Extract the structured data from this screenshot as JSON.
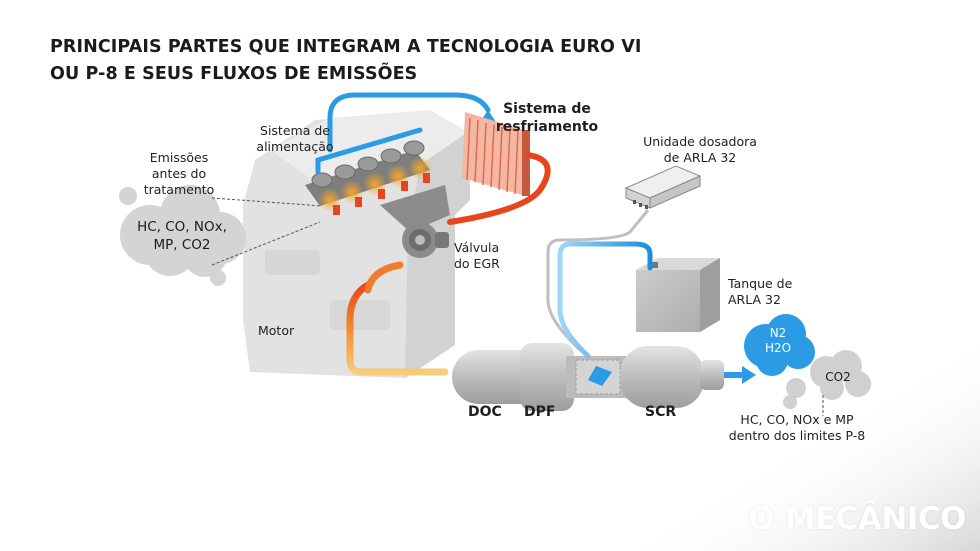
{
  "title": {
    "line1": "PRINCIPAIS PARTES QUE INTEGRAM A TECNOLOGIA EURO VI",
    "line2": "OU P-8 E SEUS FLUXOS DE EMISSÕES"
  },
  "labels": {
    "alimentacao": "Sistema de alimentação",
    "resfriamento": "Sistema de resfriamento",
    "emissoes_antes": "Emissões antes do tratamento",
    "unidade_dosadora": "Unidade dosadora de ARLA 32",
    "valvula_egr": "Válvula do EGR",
    "tanque": "Tanque de ARLA 32",
    "motor": "Motor",
    "doc": "DOC",
    "dpf": "DPF",
    "scr": "SCR",
    "dentro_limites": "HC, CO, NOx e MP dentro dos limites P-8"
  },
  "clouds": {
    "before_line1": "HC, CO, NOx,",
    "before_line2": "MP, CO2",
    "after_blue": "N2 H2O",
    "after_grey": "CO2"
  },
  "watermark": "O MECÂNICO",
  "colors": {
    "blue_flow": "#1e9be6",
    "hot_flow": "#e8401c",
    "warm_flow": "#f4c06a",
    "engine_grey": "#dcdcdc",
    "catalyst_grey": "#c9c9c9"
  },
  "icons": [
    "engine-block",
    "turbo-egr-valve",
    "radiator",
    "dosing-unit",
    "arla-tank",
    "catalytic-converter",
    "emission-cloud"
  ]
}
